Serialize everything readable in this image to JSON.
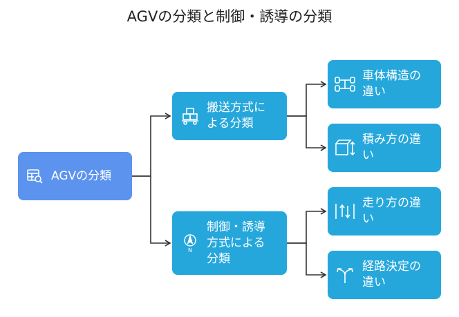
{
  "title": "AGVの分類と制御・誘導の分類",
  "root": {
    "label": "AGVの分類",
    "icon": "table-search-icon"
  },
  "categories": [
    {
      "label_lines": [
        "搬送方式に",
        "よる分類"
      ],
      "icon": "boxes-on-cart-icon",
      "children": [
        {
          "label_lines": [
            "車体構造の",
            "違い"
          ],
          "icon": "chassis-axle-icon"
        },
        {
          "label_lines": [
            "積み方の違",
            "い"
          ],
          "icon": "box-height-icon"
        }
      ]
    },
    {
      "label_lines": [
        "制御・誘導",
        "方式による",
        "分類"
      ],
      "icon": "navigation-compass-icon",
      "children": [
        {
          "label_lines": [
            "走り方の違",
            "い"
          ],
          "icon": "lane-arrows-icon"
        },
        {
          "label_lines": [
            "経路決定の",
            "違い"
          ],
          "icon": "route-split-icon"
        }
      ]
    }
  ],
  "colors": {
    "root": "#5b93ee",
    "node": "#25a7dc",
    "connector": "#333333",
    "title": "#222222"
  }
}
